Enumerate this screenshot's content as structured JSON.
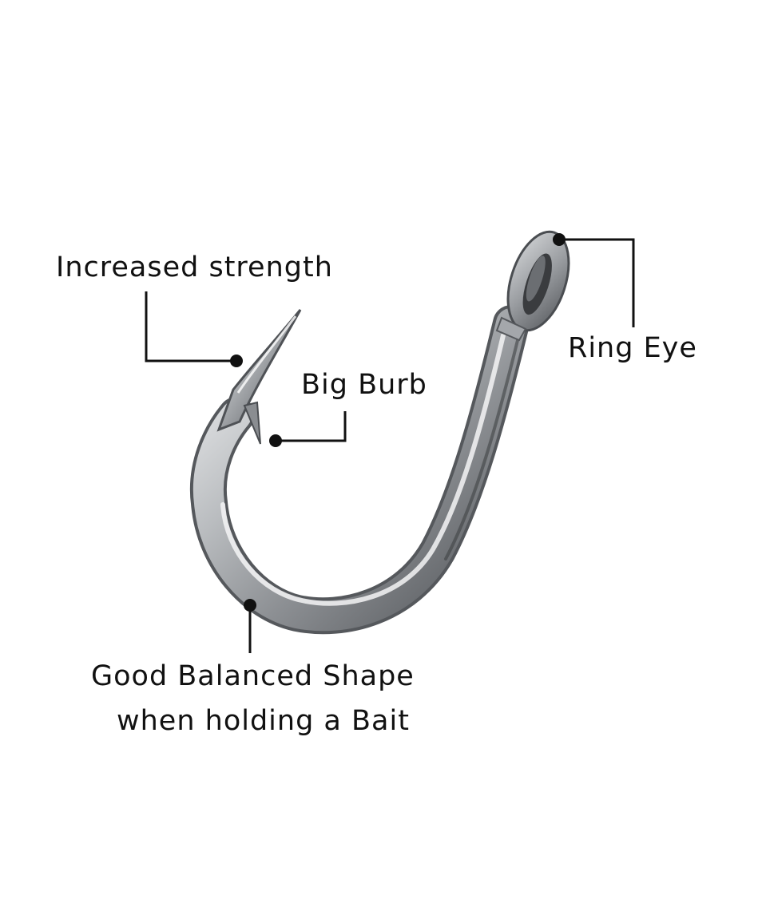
{
  "labels": {
    "increased_strength": "Increased strength",
    "big_burb": "Big Burb",
    "ring_eye": "Ring Eye",
    "balanced_line1": "Good Balanced Shape",
    "balanced_line2": "when holding a Bait"
  },
  "colors": {
    "background": "#ffffff",
    "text": "#111111",
    "leader": "#111111",
    "metal_dark": "#5a5d60",
    "metal_light": "#e9ebec"
  }
}
